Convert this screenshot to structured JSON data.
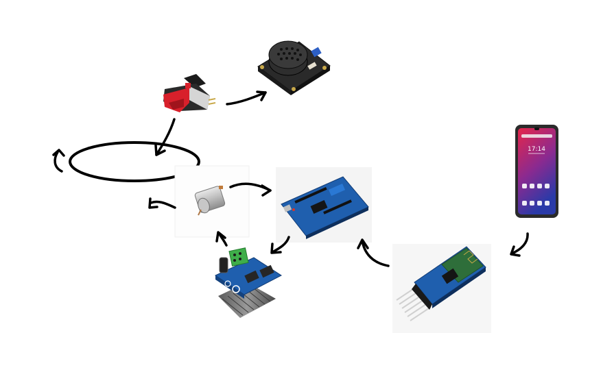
{
  "diagram": {
    "components": [
      {
        "id": "speaker_module",
        "icon": "speaker-module-icon"
      },
      {
        "id": "phono_cartridge",
        "icon": "phono-cartridge-icon"
      },
      {
        "id": "turntable_platter",
        "icon": "platter-outline-icon"
      },
      {
        "id": "dc_motor",
        "icon": "dc-motor-icon"
      },
      {
        "id": "arduino_board",
        "icon": "arduino-board-icon"
      },
      {
        "id": "motor_driver",
        "icon": "motor-driver-icon"
      },
      {
        "id": "bluetooth_module",
        "icon": "bluetooth-module-icon"
      },
      {
        "id": "smartphone",
        "icon": "smartphone-icon"
      }
    ],
    "phone_screen": {
      "time": "17:14"
    },
    "colors": {
      "stroke": "#000000",
      "pcb_blue": "#1f5fae",
      "cartridge_red": "#d8202b",
      "terminal_green": "#3fae4a",
      "phone_gradient_top": "#e5264a",
      "phone_gradient_bottom": "#2a3aa8"
    }
  }
}
